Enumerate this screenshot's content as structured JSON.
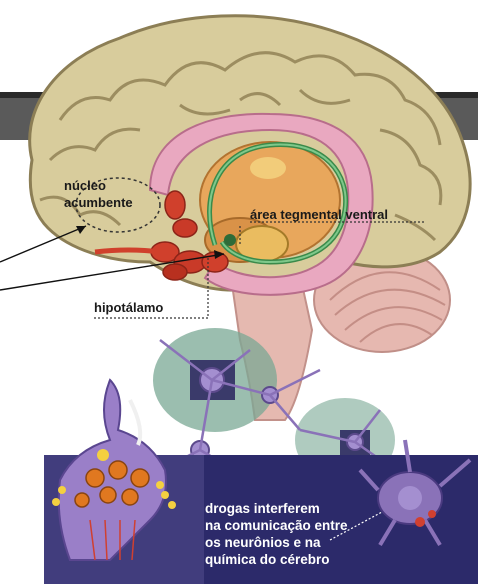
{
  "labels": {
    "nucleo": "núcleo",
    "acumbente": "acumbente",
    "area_tegmental": "área tegmental ventral",
    "hipotalamo": "hipotálamo"
  },
  "caption": {
    "line1": "drogas interferem",
    "line2": "na comunicação entre",
    "line3": "os neurônios e na",
    "line4": "química do cérebro"
  },
  "colors": {
    "cortex": "#d8cc9c",
    "corpus_callosum": "#e9a8c0",
    "thalamus": "#e8a75c",
    "pathway": "#3a8a4a",
    "cerebellum": "#e6b8b0",
    "neuron": "#8a72b8",
    "vesicle": "#e07820",
    "header_band": "#5a5a5a"
  }
}
